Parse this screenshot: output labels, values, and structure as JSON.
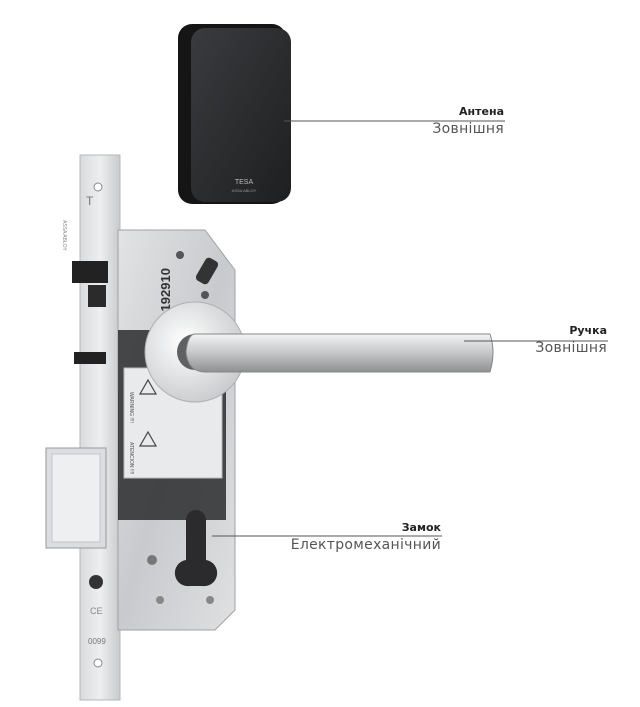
{
  "antenna": {
    "title": "Антена",
    "subtitle": "Зовнішня",
    "brand": "TESA",
    "brand_sub": "ASSA ABLOY"
  },
  "handle": {
    "title": "Ручка",
    "subtitle": "Зовнішня"
  },
  "lock": {
    "title": "Замок",
    "subtitle": "Електромеханічний",
    "faceplate_brand": "ASSA ABLOY",
    "model_text": "2L 192910",
    "warning_label": "WARNING !!!!",
    "atencion_label": "ATENCION !!!!",
    "ce_mark": "CE",
    "cert_code": "0099"
  },
  "colors": {
    "antenna_body": "#2b2b2d",
    "steel": "#cfd1d3",
    "line": "#555555"
  }
}
